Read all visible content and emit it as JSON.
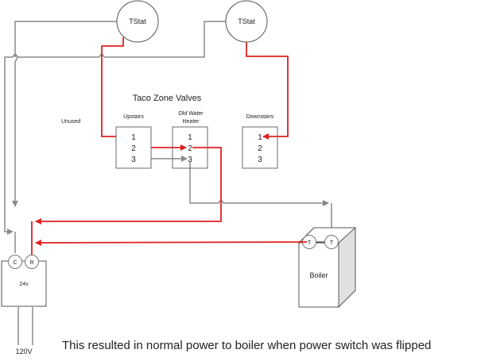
{
  "diagram": {
    "title": "Taco Zone Valves",
    "caption": "This resulted in normal power to boiler when power switch was flipped",
    "colors": {
      "hot_wire": "#e02020",
      "neutral_wire": "#8a8a8a",
      "outline": "#6a6a6a",
      "boiler_shade": "#e0e0e0"
    },
    "thermostats": [
      {
        "label": "TStat"
      },
      {
        "label": "TStat"
      }
    ],
    "unused_label": "Unused",
    "zone_valves": [
      {
        "label": "Upstairs",
        "terminals": [
          "1",
          "2",
          "3"
        ]
      },
      {
        "label_line1": "Old Water",
        "label_line2": "Heater",
        "terminals": [
          "1",
          "2",
          "3"
        ]
      },
      {
        "label": "Downstairs",
        "terminals": [
          "1",
          "2",
          "3"
        ]
      }
    ],
    "boiler": {
      "label": "Boiler",
      "terminals": [
        "T",
        "T"
      ]
    },
    "transformer": {
      "label": "24v",
      "terminals": [
        "C",
        "R"
      ],
      "input_label": "120V"
    }
  }
}
